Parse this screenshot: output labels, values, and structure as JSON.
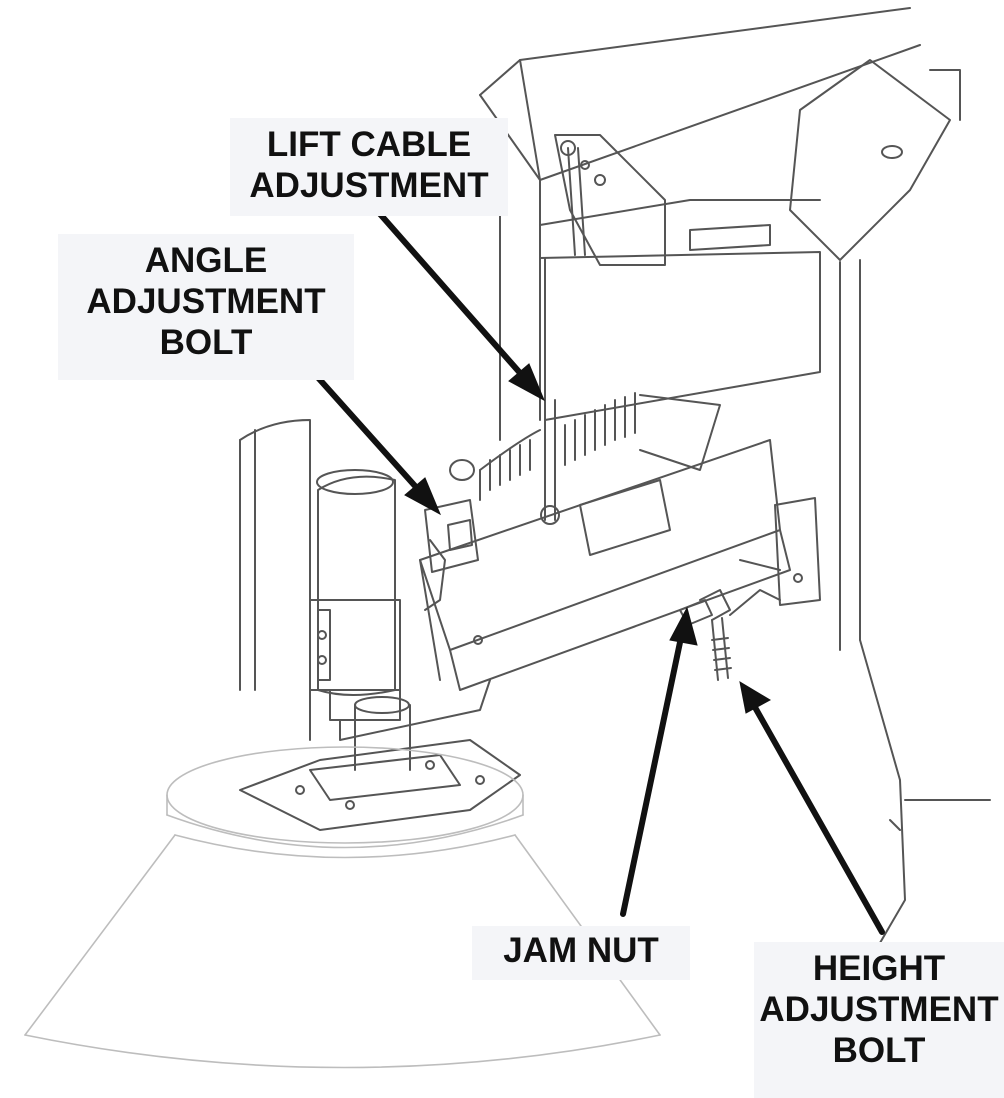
{
  "labels": {
    "lift_cable": [
      "LIFT CABLE",
      "ADJUSTMENT"
    ],
    "angle_bolt": [
      "ANGLE",
      "ADJUSTMENT",
      "BOLT"
    ],
    "jam_nut": [
      "JAM NUT"
    ],
    "height_bolt": [
      "HEIGHT",
      "ADJUSTMENT",
      "BOLT"
    ]
  },
  "colors": {
    "line_art": "#555555",
    "light_line": "#bdbdbd",
    "arrow": "#111111",
    "label_background": "#f4f5f8"
  }
}
